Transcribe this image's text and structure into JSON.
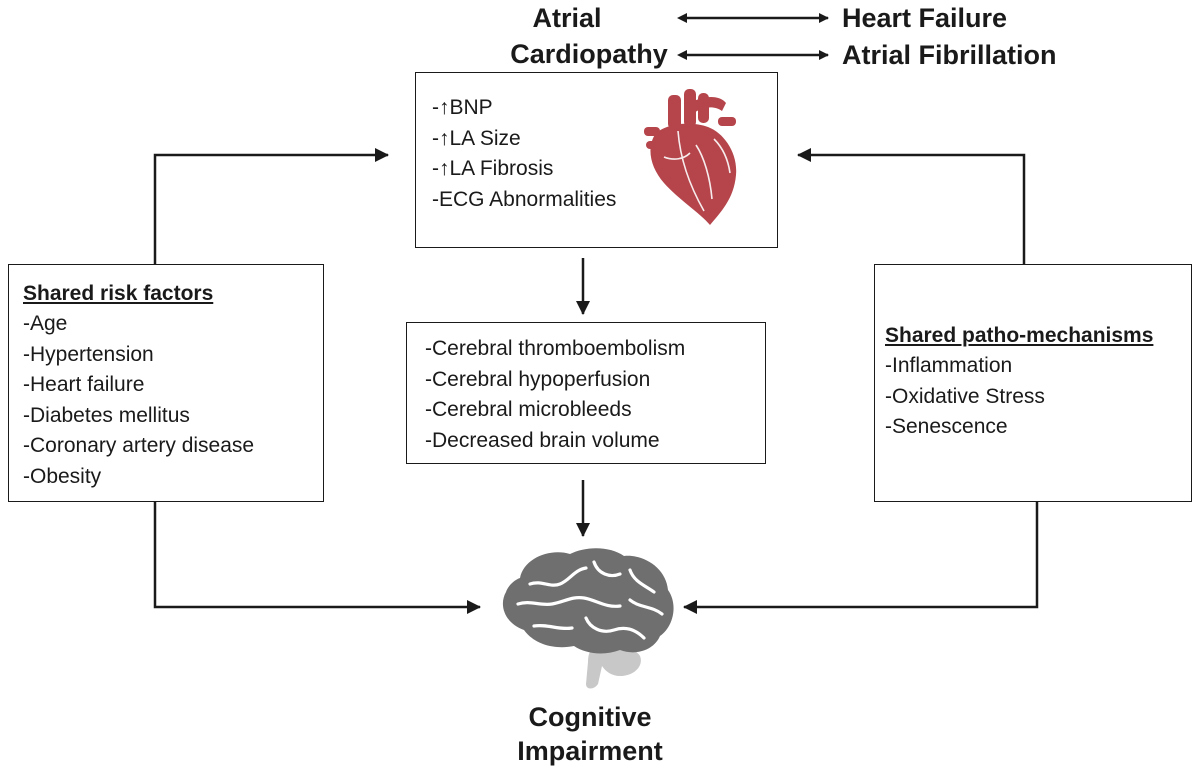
{
  "header": {
    "left_line1": "Atrial",
    "left_line2": "Cardiopathy",
    "right_line1": "Heart Failure",
    "right_line2": "Atrial Fibrillation"
  },
  "markers": {
    "items": [
      "-↑BNP",
      "-↑LA Size",
      "-↑LA Fibrosis",
      "-ECG Abnormalities"
    ]
  },
  "mechanisms": {
    "items": [
      "-Cerebral thromboembolism",
      "-Cerebral hypoperfusion",
      "-Cerebral microbleeds",
      "-Decreased brain volume"
    ]
  },
  "risk_factors": {
    "heading": "Shared risk factors",
    "items": [
      "-Age",
      "-Hypertension",
      "-Heart failure",
      "-Diabetes mellitus",
      "-Coronary artery disease",
      "-Obesity"
    ]
  },
  "patho_mechanisms": {
    "heading": "Shared patho-mechanisms",
    "items": [
      "-Inflammation",
      "-Oxidative Stress",
      "-Senescence"
    ]
  },
  "outcome": {
    "line1": "Cognitive",
    "line2": "Impairment"
  },
  "icons": {
    "heart": "heart-icon",
    "brain": "brain-icon"
  },
  "colors": {
    "heart": "#b5454b",
    "brain": "#6f6f6f",
    "cerebellum": "#c8c8c8",
    "line": "#1a1a1a"
  }
}
